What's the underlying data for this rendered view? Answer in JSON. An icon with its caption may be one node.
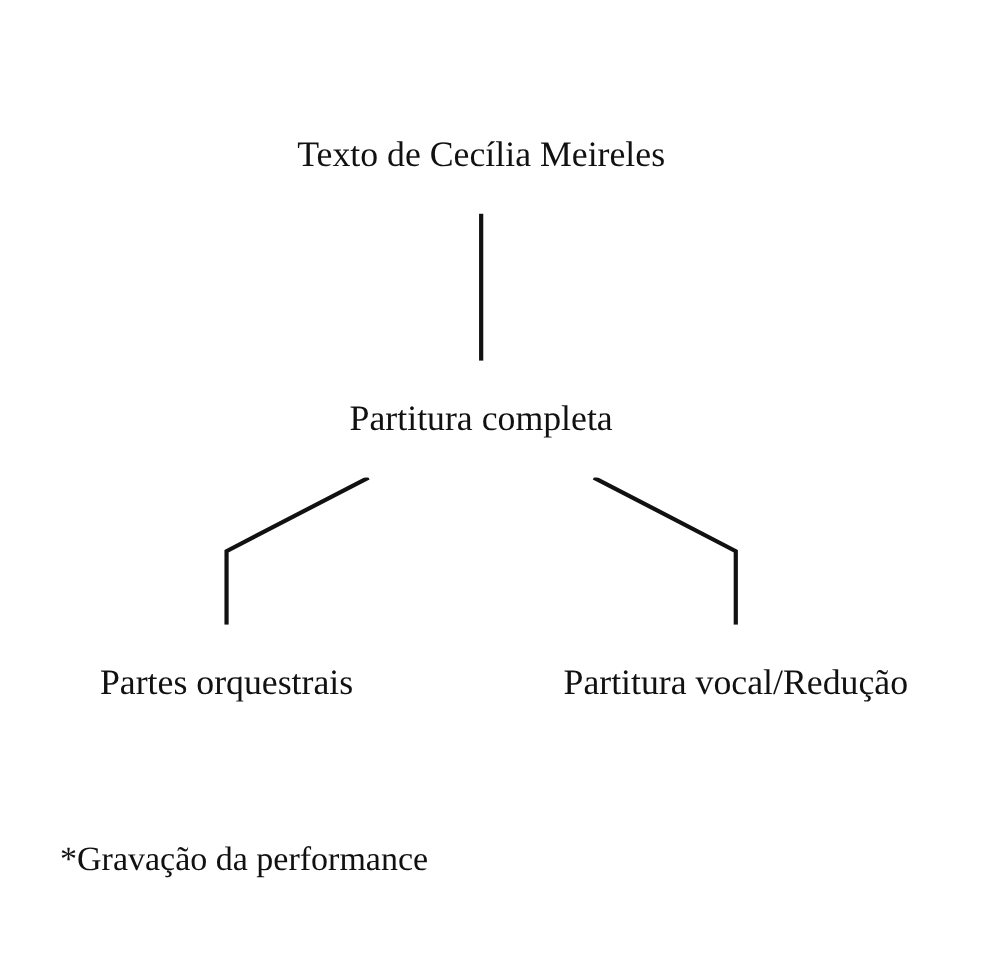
{
  "diagram": {
    "nodes": [
      {
        "text": [
          "Texto de Cecília Meireles"
        ]
      },
      {
        "text": [
          "Partitura completa"
        ]
      },
      {
        "text": [
          "Partes orquestrais"
        ]
      },
      {
        "text": [
          "Partitura vocal/Redução"
        ]
      }
    ],
    "edges": [
      {
        "from": 0,
        "to": 1,
        "arrow": "none"
      },
      {
        "from": 1,
        "to": 2,
        "arrow": "none"
      },
      {
        "from": 1,
        "to": 3,
        "arrow": "none"
      }
    ],
    "labels": [
      "*Gravação da performance"
    ]
  }
}
